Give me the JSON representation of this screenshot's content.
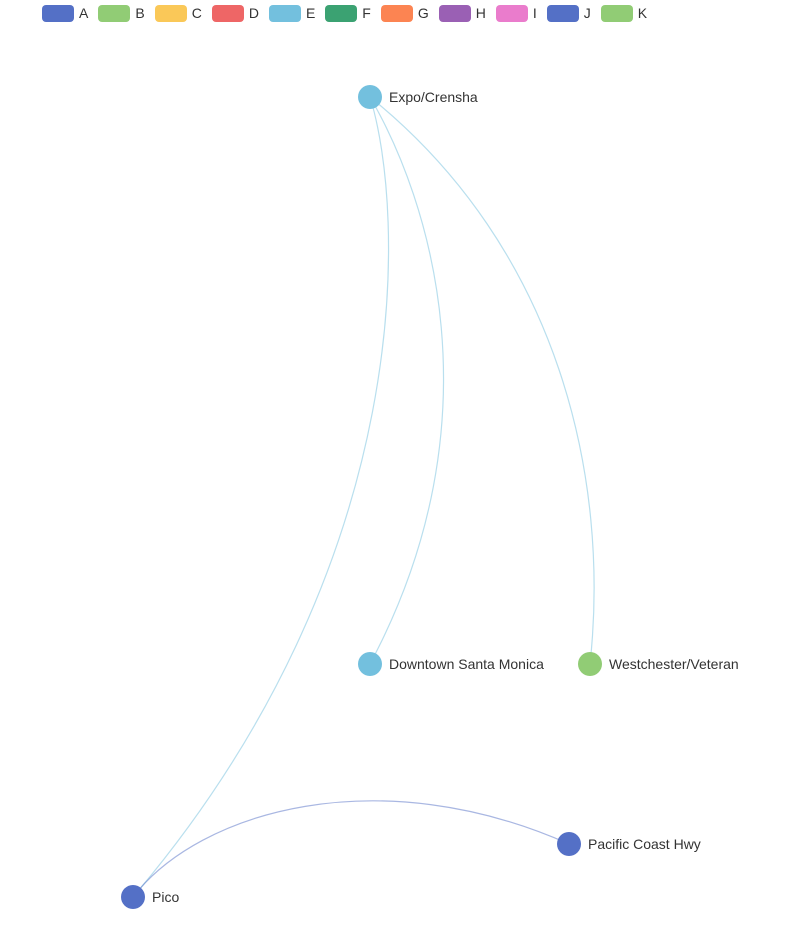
{
  "legend": {
    "items": [
      {
        "label": "A",
        "color": "#5470c6"
      },
      {
        "label": "B",
        "color": "#91cc75"
      },
      {
        "label": "C",
        "color": "#fac858"
      },
      {
        "label": "D",
        "color": "#ee6666"
      },
      {
        "label": "E",
        "color": "#73c0de"
      },
      {
        "label": "F",
        "color": "#3ba272"
      },
      {
        "label": "G",
        "color": "#fc8452"
      },
      {
        "label": "H",
        "color": "#9a60b4"
      },
      {
        "label": "I",
        "color": "#ea7ccc"
      },
      {
        "label": "J",
        "color": "#5470c6"
      },
      {
        "label": "K",
        "color": "#91cc75"
      }
    ]
  },
  "graph": {
    "nodes": [
      {
        "id": "expo",
        "label": "Expo/Crensha",
        "category": "E"
      },
      {
        "id": "dtsm",
        "label": "Downtown Santa Monica",
        "category": "E"
      },
      {
        "id": "westchester",
        "label": "Westchester/Veteran",
        "category": "K"
      },
      {
        "id": "pch",
        "label": "Pacific Coast Hwy",
        "category": "A"
      },
      {
        "id": "pico",
        "label": "Pico",
        "category": "A"
      }
    ],
    "links": [
      {
        "source": "expo",
        "target": "pico",
        "category": "E"
      },
      {
        "source": "expo",
        "target": "dtsm",
        "category": "E"
      },
      {
        "source": "expo",
        "target": "westchester",
        "category": "E"
      },
      {
        "source": "pico",
        "target": "pch",
        "category": "A"
      }
    ]
  }
}
